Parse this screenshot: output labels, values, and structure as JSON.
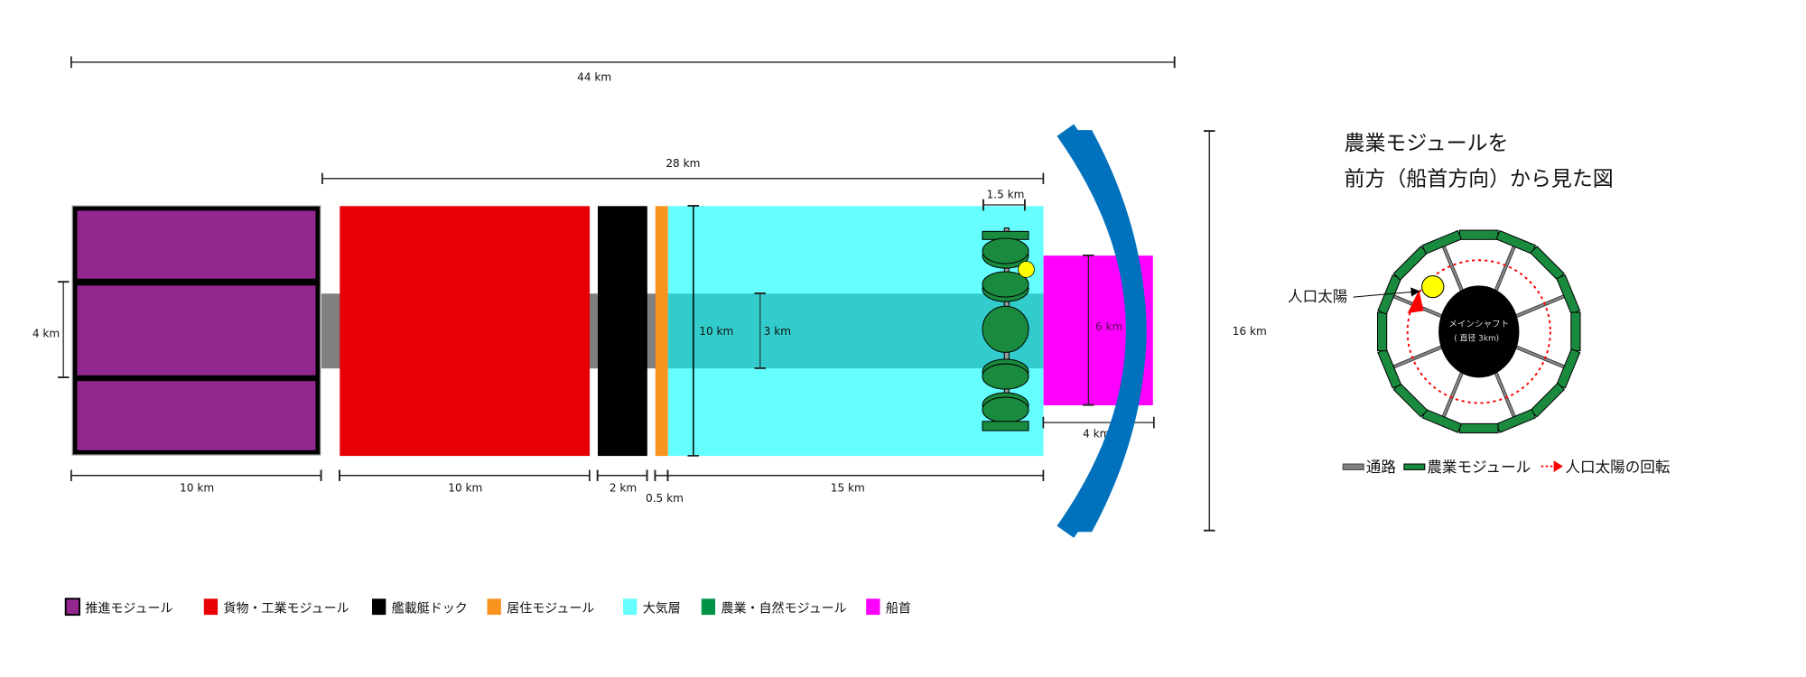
{
  "dimensions": {
    "total_length": "44 km",
    "forward_length": "28 km",
    "propulsion_width": "4 km",
    "propulsion_length": "10 km",
    "cargo_length": "10 km",
    "dock_length": "2 km",
    "habitat_length": "0.5 km",
    "atmosphere_length": "15 km",
    "atmosphere_diameter": "10 km",
    "shaft_diameter": "3 km",
    "farm_length": "1.5 km",
    "bow_height": "6 km",
    "bow_length": "4 km",
    "shield_height": "16 km"
  },
  "front_view": {
    "title_line1": "農業モジュールを",
    "title_line2": "前方（船首方向）から見た図",
    "sun_label": "人口太陽",
    "shaft_label_line1": "メインシャフト",
    "shaft_label_line2": "( 直径 3km)",
    "legend": [
      {
        "label": "通路",
        "color": "#808080"
      },
      {
        "label": "農業モジュール",
        "color": "#1a8a3e"
      },
      {
        "label": "人口太陽の回転",
        "color": "#ff0000"
      }
    ]
  },
  "legend": [
    {
      "label": "推進モジュール",
      "color": "#92278f"
    },
    {
      "label": "貨物・工業モジュール",
      "color": "#e60005"
    },
    {
      "label": "艦載艇ドック",
      "color": "#000000"
    },
    {
      "label": "居住モジュール",
      "color": "#f7931e"
    },
    {
      "label": "大気層",
      "color": "#66ffff"
    },
    {
      "label": "農業・自然モジュール",
      "color": "#009245"
    },
    {
      "label": "船首",
      "color": "#ff00ff"
    }
  ],
  "colors": {
    "corridor": "#808080",
    "shaft_band": "#33cccc",
    "shield": "#0071bc",
    "sun": "#ffff00"
  }
}
